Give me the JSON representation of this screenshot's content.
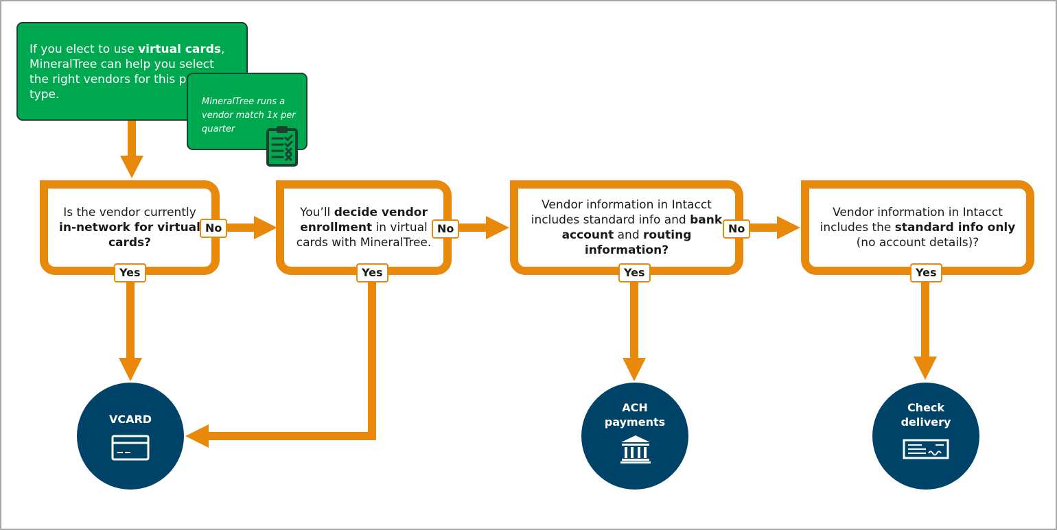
{
  "note_main": {
    "before": "If you elect to use ",
    "bold": "virtual cards",
    "after": ", MineralTree can help you select the right vendors for this payment type."
  },
  "note_sub": {
    "text": "MineralTree runs a vendor match 1x per quarter",
    "icon": "clipboard-checklist-icon"
  },
  "decisions": [
    {
      "parts": [
        {
          "t": "Is the vendor currently ",
          "b": false
        },
        {
          "t": "in-network for virtual cards?",
          "b": true
        }
      ]
    },
    {
      "parts": [
        {
          "t": "You’ll ",
          "b": false
        },
        {
          "t": "decide vendor enrollment",
          "b": true
        },
        {
          "t": " in virtual cards  with MineralTree.",
          "b": false
        }
      ]
    },
    {
      "parts": [
        {
          "t": "Vendor information in Intacct includes standard info and ",
          "b": false
        },
        {
          "t": "bank account",
          "b": true
        },
        {
          "t": " and ",
          "b": false
        },
        {
          "t": "routing information?",
          "b": true
        }
      ]
    },
    {
      "parts": [
        {
          "t": "Vendor information in Intacct includes the ",
          "b": false
        },
        {
          "t": "standard info only",
          "b": true
        },
        {
          "t": " (no account details)?",
          "b": false
        }
      ]
    }
  ],
  "tags": {
    "no": "No",
    "yes": "Yes"
  },
  "outcomes": [
    {
      "line1": "VCARD",
      "line2": "",
      "icon": "credit-card-icon"
    },
    {
      "line1": "ACH",
      "line2": "payments",
      "icon": "bank-building-icon"
    },
    {
      "line1": "Check",
      "line2": "delivery",
      "icon": "check-document-icon"
    }
  ],
  "colors": {
    "accent_orange": "#e8890c",
    "note_green": "#00a94f",
    "outcome_navy": "#004369",
    "icon_dark": "#1d4030"
  }
}
